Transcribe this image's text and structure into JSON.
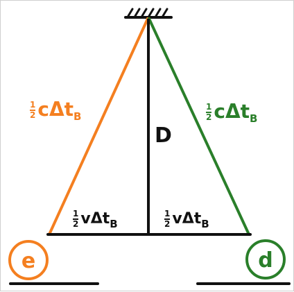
{
  "diagram": {
    "colors": {
      "orange": "#f47f20",
      "green": "#2a7f2a",
      "black": "#111111"
    },
    "labels": {
      "orange_left": {
        "num": "1",
        "den": "2",
        "main": "cΔt",
        "sub": "B"
      },
      "green_right": {
        "num": "1",
        "den": "2",
        "main": "cΔt",
        "sub": "B"
      },
      "height": "D",
      "base_left": {
        "num": "1",
        "den": "2",
        "main": "vΔt",
        "sub": "B"
      },
      "base_right": {
        "num": "1",
        "den": "2",
        "main": "vΔt",
        "sub": "B"
      },
      "emitter": "e",
      "detector": "d"
    }
  }
}
